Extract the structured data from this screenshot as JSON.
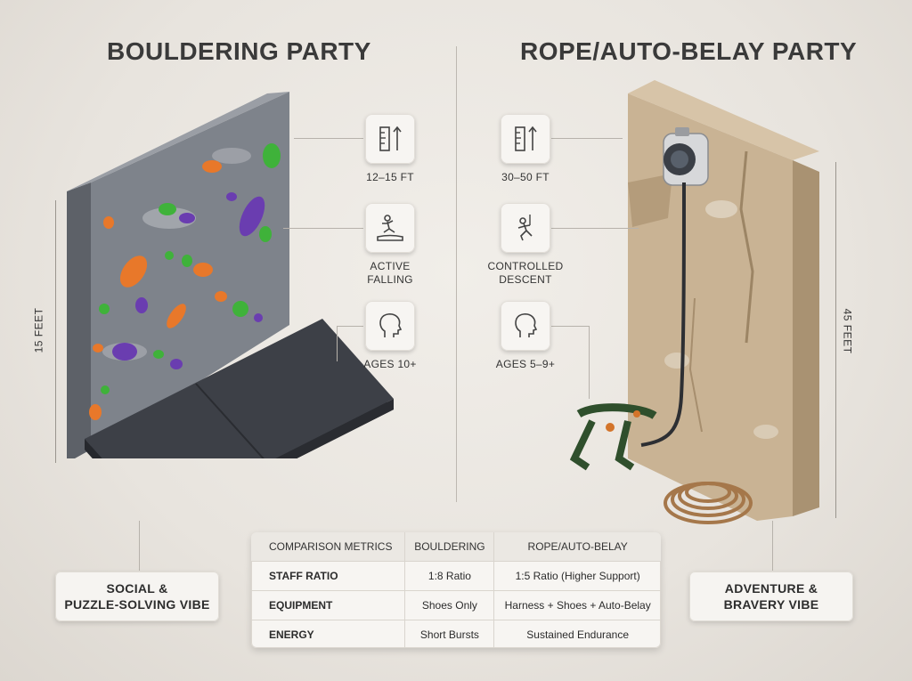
{
  "titles": {
    "left": "BOULDERING PARTY",
    "right": "ROPE/AUTO-BELAY PARTY"
  },
  "left_features": [
    {
      "icon": "height-ruler-icon",
      "label": "12–15 FT"
    },
    {
      "icon": "falling-person-icon",
      "label": "ACTIVE\nFALLING"
    },
    {
      "icon": "head-profile-icon",
      "label": "AGES 10+"
    }
  ],
  "right_features": [
    {
      "icon": "height-ruler-icon",
      "label": "30–50 FT"
    },
    {
      "icon": "descending-climber-icon",
      "label": "CONTROLLED\nDESCENT"
    },
    {
      "icon": "head-profile-icon",
      "label": "AGES 5–9+"
    }
  ],
  "dimensions": {
    "left": "15 FEET",
    "right": "45 FEET"
  },
  "vibes": {
    "left": "SOCIAL &\nPUZZLE-SOLVING VIBE",
    "right": "ADVENTURE &\nBRAVERY VIBE"
  },
  "comparison": {
    "headers": [
      "COMPARISON METRICS",
      "BOULDERING",
      "ROPE/AUTO-BELAY"
    ],
    "rows": [
      [
        "STAFF RATIO",
        "1:8 Ratio",
        "1:5 Ratio (Higher Support)"
      ],
      [
        "EQUIPMENT",
        "Shoes Only",
        "Harness + Shoes + Auto-Belay"
      ],
      [
        "ENERGY",
        "Short Bursts",
        "Sustained Endurance"
      ]
    ]
  },
  "colors": {
    "hold_orange": "#e8782a",
    "hold_green": "#3fb23a",
    "hold_purple": "#6a3db0",
    "wall_gray": "#7b7f86",
    "mat_dark": "#3d4047",
    "sandstone": "#c9b394"
  }
}
